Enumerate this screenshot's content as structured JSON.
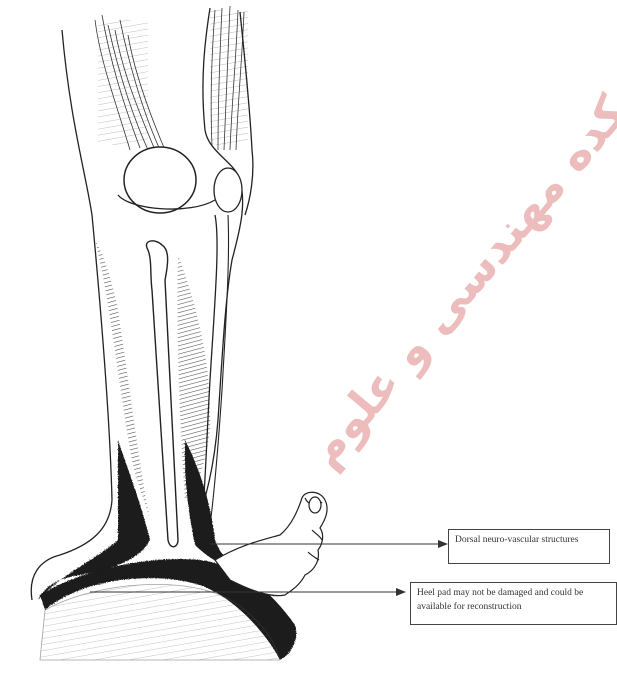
{
  "callouts": [
    {
      "text": "Dorsal neuro-vascular structures"
    },
    {
      "text": "Heel pad may not be damaged and could be available for reconstruction"
    }
  ],
  "watermark": {
    "text": "پژوهشکده مهندسی و علوم",
    "color": "#e8a8a8"
  },
  "colors": {
    "ink": "#222222",
    "shading": "#1a1a1a",
    "background": "#ffffff"
  }
}
